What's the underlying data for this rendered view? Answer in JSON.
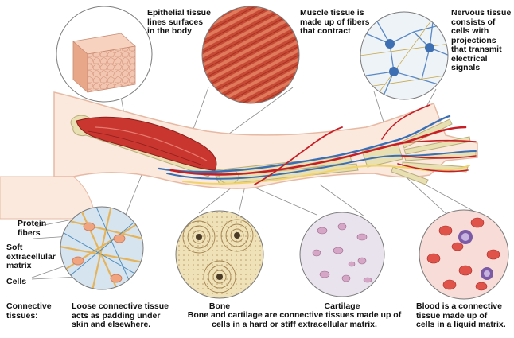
{
  "labels": {
    "epithelial": "Epithelial tissue\nlines surfaces\nin the body",
    "muscle": "Muscle tissue is\nmade up of fibers\nthat contract",
    "nervous": "Nervous tissue\nconsists of\ncells with\nprojections\nthat transmit\nelectrical\nsignals",
    "protein_fibers": "Protein\nfibers",
    "soft_matrix": "Soft\nextracellular\nmatrix",
    "cells": "Cells",
    "connective_tissues": "Connective\ntissues:",
    "loose": "Loose connective tissue\nacts as padding under\nskin and elsewhere.",
    "bone": "Bone",
    "cartilage": "Cartilage",
    "bone_cartilage": "Bone and cartilage are connective tissues made up of\ncells in a hard or stiff extracellular matrix.",
    "blood": "Blood is a connective\ntissue made up of\ncells in a liquid matrix."
  },
  "colors": {
    "skin": "#fbe9de",
    "skin_edge": "#e7b9a3",
    "muscle": "#c8362f",
    "bone": "#e8e0b3",
    "artery": "#c81d25",
    "vein": "#3a6fb5",
    "nerve": "#f1d36b",
    "circle_edge": "#7a7a7a"
  }
}
